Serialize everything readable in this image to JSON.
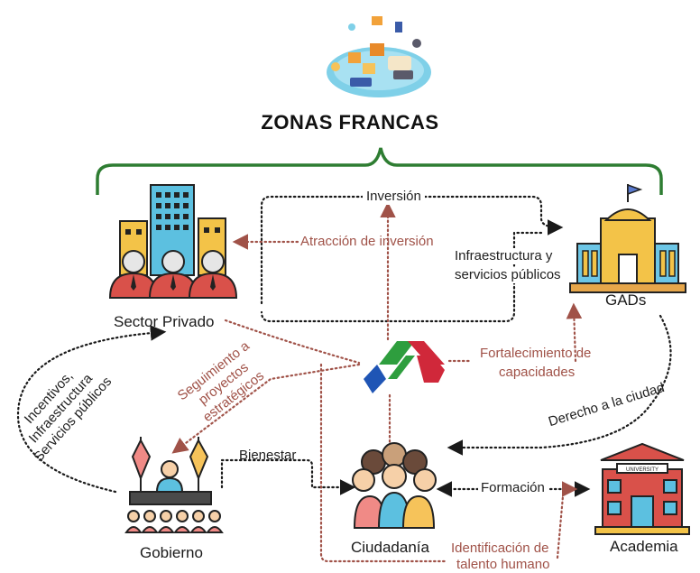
{
  "title": "ZONAS FRANCAS",
  "nodes": {
    "sector_privado": "Sector Privado",
    "gads": "GADs",
    "gobierno": "Gobierno",
    "ciudadania": "Ciudadanía",
    "academia": "Academia",
    "university_sign": "UNIVERSITY"
  },
  "relations": {
    "inversion": "Inversión",
    "atraccion": "Atracción de inversión",
    "infraestructura_1": "Infraestructura y",
    "infraestructura_2": "servicios públicos",
    "fortalecimiento_1": "Fortalecimiento de",
    "fortalecimiento_2": "capacidades",
    "incentivos_1": "Incentivos,",
    "incentivos_2": "Infraestructura",
    "incentivos_3": "Servicios públicos",
    "seguimiento_1": "Seguimiento a",
    "seguimiento_2": "proyectos",
    "seguimiento_3": "estratégicos",
    "bienestar": "Bienestar",
    "derecho": "Derecho a la ciudad",
    "formacion": "Formación",
    "identificacion_1": "Identificación de",
    "identificacion_2": "talento humano"
  },
  "colors": {
    "bracket": "#2e7d32",
    "dark_arrow": "#1a1a1a",
    "red_arrow": "#a05248",
    "logo_green": "#2e9e3e",
    "logo_red": "#d0283a",
    "logo_blue": "#1f55b5"
  }
}
